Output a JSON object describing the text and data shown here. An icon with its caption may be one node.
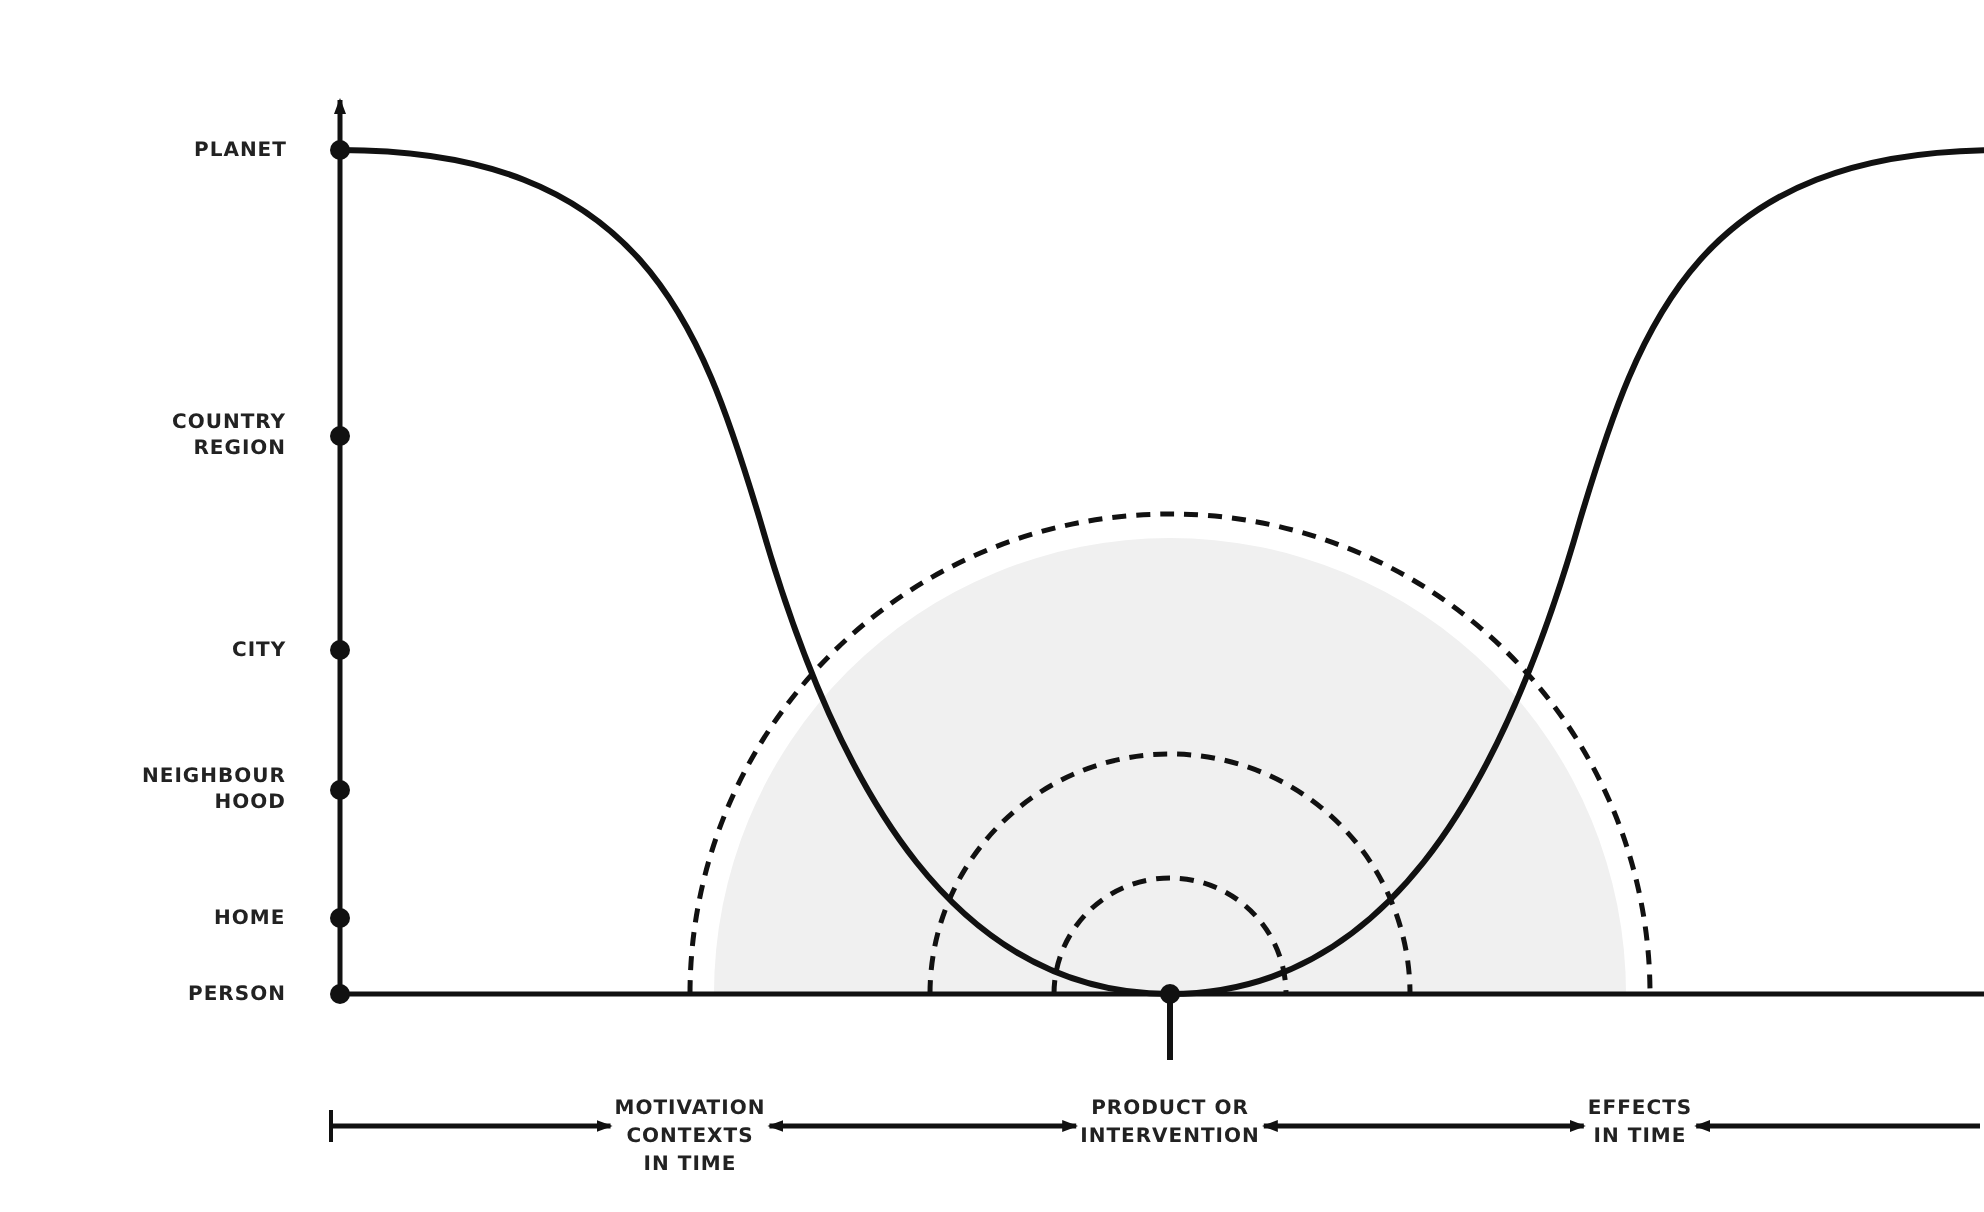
{
  "diagram": {
    "nodes": [
      {
        "text": [
          "MOTIVATION CONTEXTS IN TIME"
        ]
      },
      {
        "text": [
          "PRODUCT OR INTERVENTION"
        ]
      },
      {
        "text": [
          "EFFECTS IN TIME"
        ]
      }
    ],
    "edges": [
      {
        "from": null,
        "to": 0,
        "arrow": "to"
      },
      {
        "from": 0,
        "to": 1,
        "arrow": "both"
      },
      {
        "from": 1,
        "to": 2,
        "arrow": "both"
      },
      {
        "from": null,
        "to": 2,
        "arrow": "to"
      }
    ],
    "labels": [
      "PLANET",
      "COUNTRY REGION",
      "CITY",
      "NEIGHBOUR HOOD",
      "HOME",
      "PERSON"
    ]
  }
}
